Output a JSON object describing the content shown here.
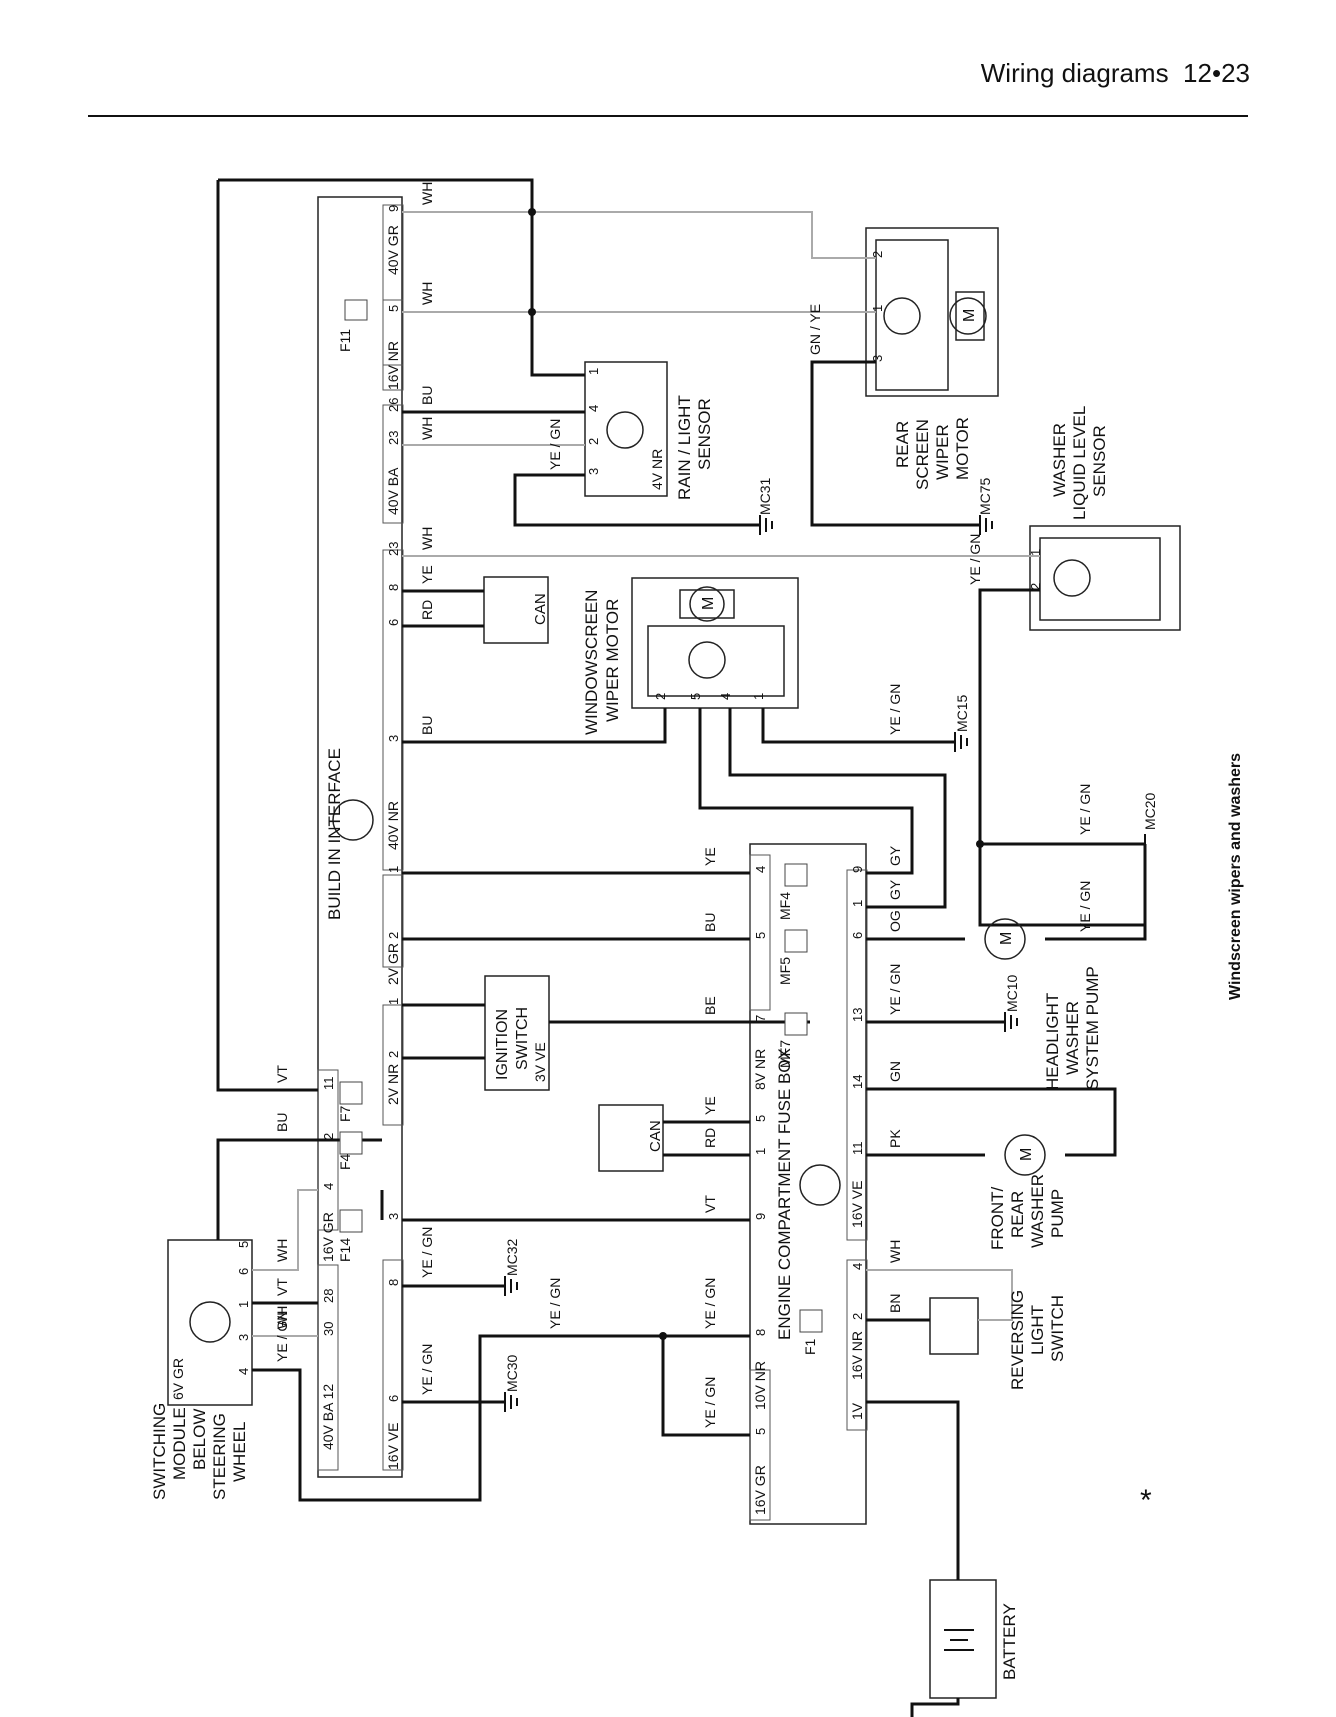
{
  "header": {
    "title": "Wiring diagrams",
    "page": "12•23"
  },
  "caption": "Windscreen wipers and washers",
  "asterisk": "*",
  "components": {
    "build_in_interface": "BUILD IN INTERFACE",
    "rear_wiper": [
      "REAR",
      "SCREEN",
      "WIPER",
      "MOTOR"
    ],
    "rain_sensor": [
      "RAIN / LIGHT",
      "SENSOR"
    ],
    "washer_sensor": [
      "WASHER",
      "LIQUID LEVEL",
      "SENSOR"
    ],
    "windscreen_wiper": [
      "WINDOWSCREEN",
      "WIPER MOTOR"
    ],
    "can": "CAN",
    "ignition_switch": [
      "IGNITION",
      "SWITCH"
    ],
    "engine_fusebox": "ENGINE COMPARTMENT FUSE BOX",
    "switching_module": [
      "SWITCHING",
      "MODULE",
      "BELOW",
      "STEERING",
      "WHEEL"
    ],
    "headlight_pump": [
      "HEADLIGHT",
      "WASHER",
      "SYSTEM PUMP"
    ],
    "front_rear_pump": [
      "FRONT/",
      "REAR",
      "WASHER",
      "PUMP"
    ],
    "reversing_switch": [
      "REVERSING",
      "LIGHT",
      "SWITCH"
    ],
    "battery": "BATTERY",
    "motor": "M"
  },
  "connectors": {
    "bi_40v_gr": "40V GR",
    "bi_16v_nr": "16V NR",
    "bi_40v_ba": "40V BA",
    "bi_40v_nr": "40V NR",
    "bi_2v_gr": "2V GR",
    "bi_2v_nr": "2V NR",
    "bi_16v_gr": "16V GR",
    "bi_40v_ba12": "40V BA 12",
    "bi_16v_ve": "16V VE",
    "rs_4v_nr": "4V NR",
    "ig_3v_ve": "3V VE",
    "fb_8v_nr": "8V NR",
    "fb_16v_ve": "16V VE",
    "fb_16v_nr": "16V NR",
    "fb_10v_nr": "10V NR",
    "fb_16v_gr": "16V GR",
    "fb_1v": "1V",
    "sm_6v_gr": "6V GR"
  },
  "fuses": {
    "f11": "F11",
    "f7": "F7",
    "f4": "F4",
    "f14": "F14",
    "f1": "F1",
    "mf4": "MF4",
    "mf5": "MF5",
    "mf7": "MF7"
  },
  "grounds": {
    "mc31": "MC31",
    "mc75": "MC75",
    "mc15": "MC15",
    "mc20": "MC20",
    "mc10": "MC10",
    "mc32": "MC32",
    "mc30": "MC30"
  },
  "wire_colors": {
    "wh": "WH",
    "bu": "BU",
    "gn": "GN",
    "ye": "YE",
    "yegn": "YE / GN",
    "gnye": "GN / YE",
    "rd": "RD",
    "be": "BE",
    "vt": "VT",
    "gy": "GY",
    "og": "OG",
    "pk": "PK",
    "bn": "BN"
  },
  "pins": {
    "p1": "1",
    "p2": "2",
    "p3": "3",
    "p4": "4",
    "p5": "5",
    "p6": "6",
    "p7": "7",
    "p8": "8",
    "p9": "9",
    "p11": "11",
    "p12": "12",
    "p13": "13",
    "p14": "14",
    "p23": "23",
    "p26": "26",
    "p28": "28",
    "p30": "30"
  }
}
